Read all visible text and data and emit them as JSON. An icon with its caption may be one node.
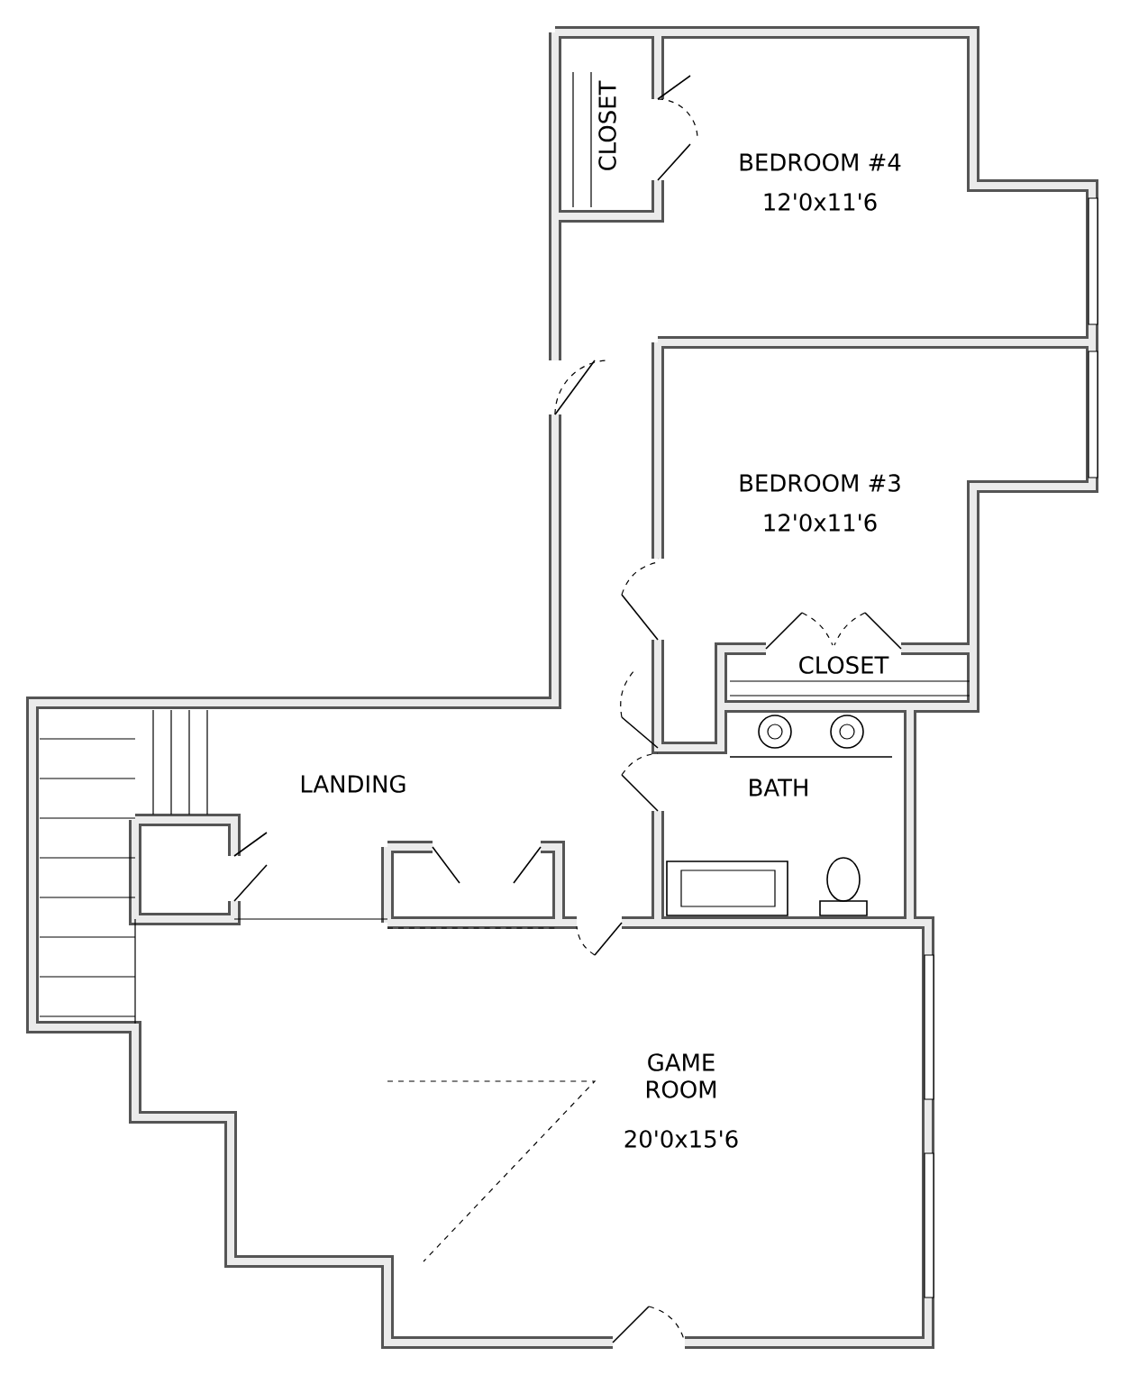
{
  "diagram": {
    "labels": [
      "CLOSET",
      "BEDROOM #4",
      "12'0x11'6",
      "BEDROOM #3",
      "12'0x11'6",
      "CLOSET",
      "LANDING",
      "BATH",
      "GAME ROOM",
      "20'0x15'6"
    ]
  }
}
